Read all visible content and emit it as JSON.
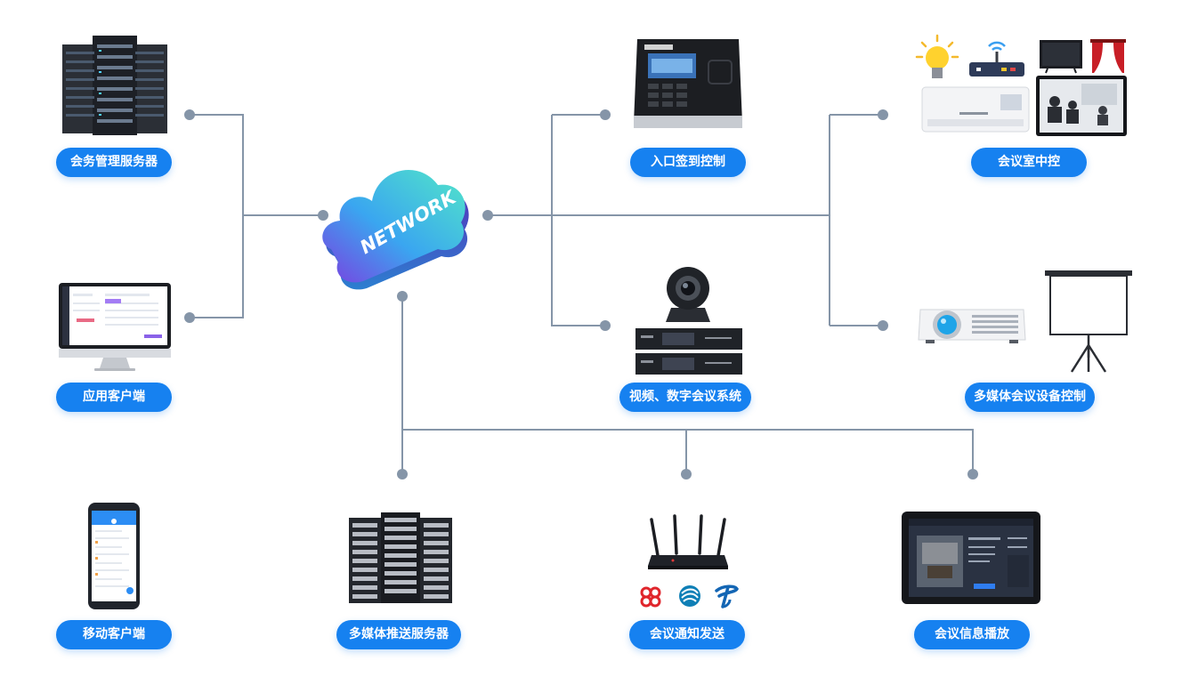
{
  "cloud": {
    "text": "NETWORK"
  },
  "nodes": {
    "conference_management_server": {
      "label": "会务管理服务器"
    },
    "application_client": {
      "label": "应用客户端"
    },
    "mobile_client": {
      "label": "移动客户端"
    },
    "multimedia_push_server": {
      "label": "多媒体推送服务器"
    },
    "meeting_notification": {
      "label": "会议通知发送"
    },
    "meeting_info_display": {
      "label": "会议信息播放"
    },
    "entrance_checkin_control": {
      "label": "入口签到控制"
    },
    "video_digital_conference": {
      "label": "视频、数字会议系统"
    },
    "meeting_room_central_control": {
      "label": "会议室中控"
    },
    "multimedia_device_control": {
      "label": "多媒体会议设备控制"
    }
  },
  "colors": {
    "wire": "#8595a8",
    "label_bg": "#1681f0",
    "label_text": "#ffffff"
  }
}
